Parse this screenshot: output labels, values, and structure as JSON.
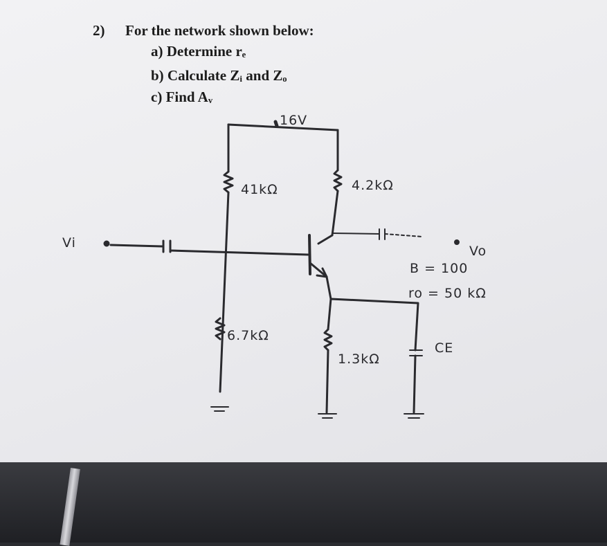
{
  "question": {
    "number": "2)",
    "prompt": "For the network shown below:",
    "parts": [
      "a)  Determine rₑ",
      "b)  Calculate Zᵢ  and  Zₒ",
      "c)  Find Aᵥ"
    ]
  },
  "circuit_labels": {
    "supply": "16V",
    "r1": "41kΩ",
    "rc": "4.2kΩ",
    "r2": "6.7kΩ",
    "re": "1.3kΩ",
    "vi": "Vi",
    "vo": "Vo",
    "beta": "B = 100",
    "ro": "ro = 50 kΩ",
    "ce": "CE"
  },
  "colors": {
    "ink": "#1c1c1c",
    "pencil": "#2a2a2e",
    "paper": "#ececef",
    "desk": "#2b2c30"
  }
}
